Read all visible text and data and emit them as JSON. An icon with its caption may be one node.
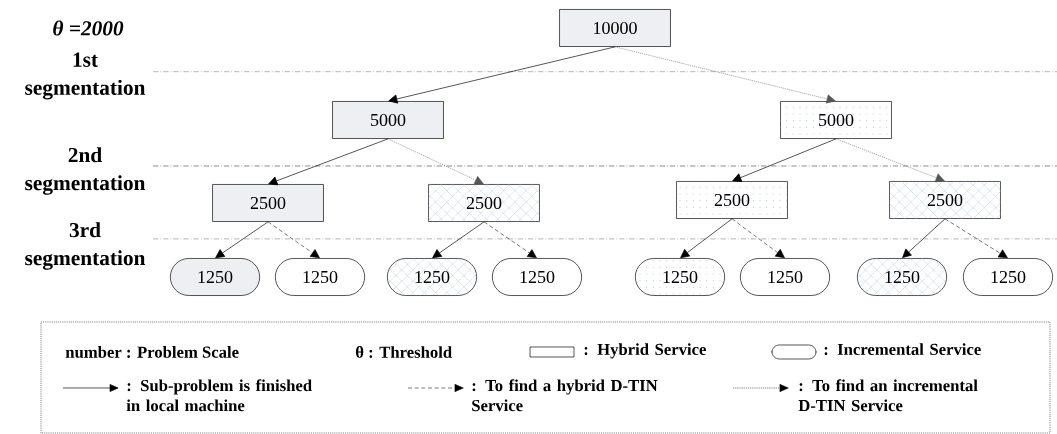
{
  "diagram": {
    "nodes": [
      {
        "text": [
          "10000"
        ]
      },
      {
        "text": [
          "5000"
        ]
      },
      {
        "text": [
          "5000"
        ]
      },
      {
        "text": [
          "2500"
        ]
      },
      {
        "text": [
          "2500"
        ]
      },
      {
        "text": [
          "2500"
        ]
      },
      {
        "text": [
          "2500"
        ]
      },
      {
        "text": [
          "1250"
        ]
      },
      {
        "text": [
          "1250"
        ]
      },
      {
        "text": [
          "1250"
        ]
      },
      {
        "text": [
          "1250"
        ]
      },
      {
        "text": [
          "1250"
        ]
      },
      {
        "text": [
          "1250"
        ]
      },
      {
        "text": [
          "1250"
        ]
      },
      {
        "text": [
          "1250"
        ]
      }
    ],
    "edges": [
      {
        "from": 0,
        "to": 1,
        "arrow": "to"
      },
      {
        "from": 0,
        "to": 2,
        "arrow": "to",
        "style": "dashed",
        "color": "#555555"
      },
      {
        "from": 1,
        "to": 3,
        "arrow": "to"
      },
      {
        "from": 1,
        "to": 4,
        "arrow": "to",
        "style": "dashed",
        "color": "#555555"
      },
      {
        "from": 2,
        "to": 5,
        "arrow": "to"
      },
      {
        "from": 2,
        "to": 6,
        "arrow": "to",
        "style": "dashed",
        "color": "#555555"
      },
      {
        "from": 3,
        "to": 7,
        "arrow": "to"
      },
      {
        "from": 3,
        "to": 8,
        "arrow": "to",
        "style": "dashed"
      },
      {
        "from": 4,
        "to": 9,
        "arrow": "to"
      },
      {
        "from": 4,
        "to": 10,
        "arrow": "to",
        "style": "dashed"
      },
      {
        "from": 5,
        "to": 11,
        "arrow": "to"
      },
      {
        "from": 5,
        "to": 12,
        "arrow": "to",
        "style": "dashed"
      },
      {
        "from": 6,
        "to": 13,
        "arrow": "to"
      },
      {
        "from": 6,
        "to": 14,
        "arrow": "to",
        "style": "dashed"
      }
    ],
    "labels": [
      "θ =2000",
      "1st segmentation",
      "2nd segmentation",
      "3rd segmentation",
      "number : Problem Scale",
      "θ : Threshold"
    ],
    "legend": [
      {
        "text": ": Hybrid Service"
      },
      {
        "text": ": Incremental Service"
      },
      {
        "text": ": Sub-problem is finished in local machine"
      },
      {
        "text": ": To find a hybrid D-TIN Service"
      },
      {
        "text": ": To find an incremental D-TIN Service"
      }
    ]
  }
}
